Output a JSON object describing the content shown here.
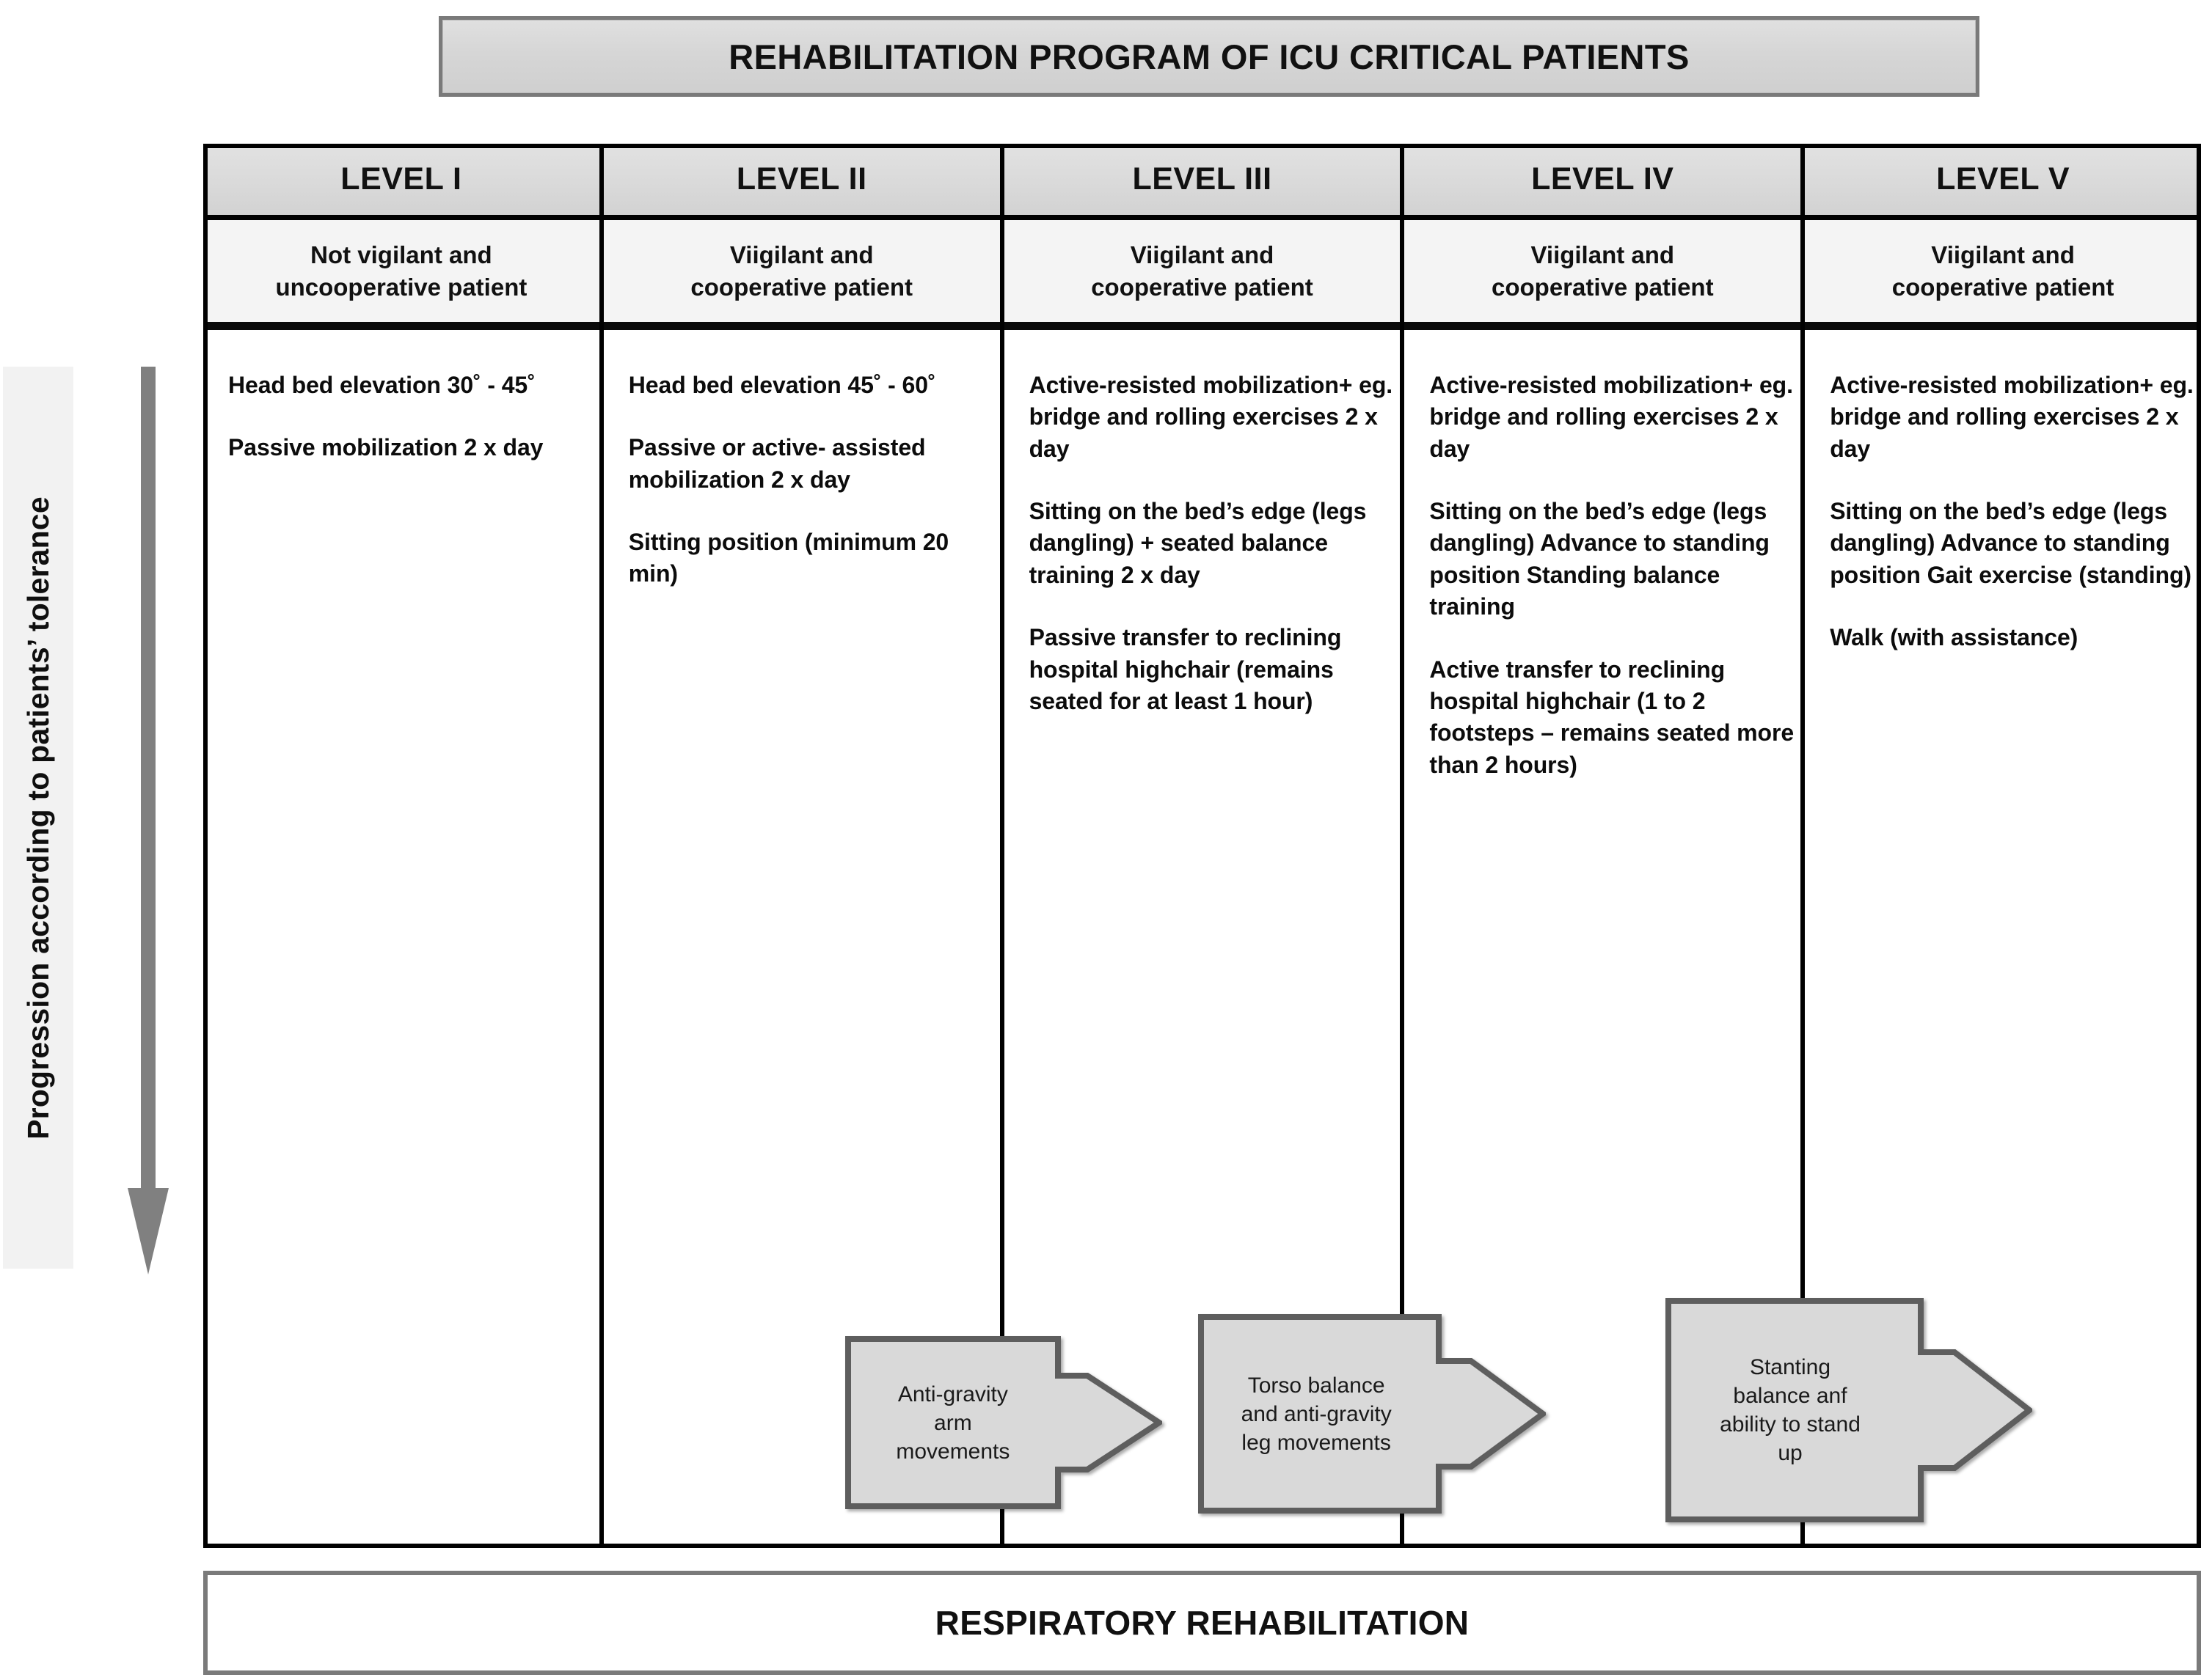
{
  "title": "REHABILITATION PROGRAM OF ICU CRITICAL PATIENTS",
  "progression_label": "Progression according to patients’ tolerance",
  "footer": "RESPIRATORY REHABILITATION",
  "colors": {
    "banner_fill": "#d6d6d6",
    "banner_border": "#7a7a7a",
    "header_fill": "#d9d9d9",
    "subheader_fill": "#f4f4f4",
    "callout_fill": "#d9d9d9",
    "callout_border": "#5e5e5e",
    "grid_line": "#000000",
    "progression_strip": "#f2f2f2",
    "progression_arrow": "#808080"
  },
  "columns": [
    {
      "level": "LEVEL I",
      "patient": "Not vigilant and\nuncooperative patient",
      "blocks": [
        "Head bed elevation\n30˚ - 45˚",
        "Passive mobilization\n2 x day"
      ]
    },
    {
      "level": "LEVEL II",
      "patient": "Viigilant and\ncooperative patient",
      "blocks": [
        "Head bed elevation\n45˚ - 60˚",
        "Passive or active-\nassisted mobilization\n2 x day",
        "Sitting position\n(minimum 20 min)"
      ]
    },
    {
      "level": "LEVEL III",
      "patient": "Viigilant and\ncooperative patient",
      "blocks": [
        "Active-resisted\nmobilization+ eg. bridge\nand rolling exercises\n2 x day",
        "Sitting on the bed’s\nedge (legs dangling) +\nseated balance training\n2 x day",
        "Passive transfer to\nreclining hospital\nhighchair\n(remains seated for at\nleast 1 hour)"
      ]
    },
    {
      "level": "LEVEL IV",
      "patient": "Viigilant and\ncooperative patient",
      "blocks": [
        "Active-resisted\nmobilization+ eg. bridge\nand rolling exercises\n2 x day",
        "Sitting on the bed’s\nedge (legs dangling)\nAdvance to standing\nposition\nStanding balance\ntraining",
        "Active transfer to\nreclining hospital\nhighchair (1 to 2\nfootsteps – remains\nseated more than 2\nhours)"
      ]
    },
    {
      "level": "LEVEL V",
      "patient": "Viigilant and\ncooperative patient",
      "blocks": [
        "Active-resisted\nmobilization+ eg. bridge\nand rolling exercises\n2 x day",
        "Sitting on the bed’s\nedge (legs dangling)\nAdvance to standing\nposition\nGait exercise (standing)",
        "Walk (with assistance)"
      ]
    }
  ],
  "callouts": [
    {
      "text": "Anti-gravity\narm\nmovements"
    },
    {
      "text": "Torso balance\nand anti-gravity\nleg movements"
    },
    {
      "text": "Stanting\nbalance anf\nability to stand\nup"
    }
  ]
}
